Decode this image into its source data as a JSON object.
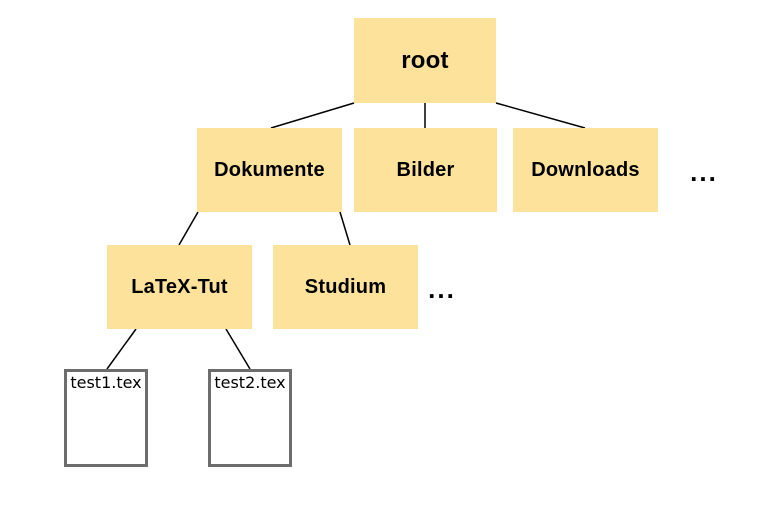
{
  "nodes": {
    "root": {
      "label": "root"
    },
    "dokumente": {
      "label": "Dokumente"
    },
    "bilder": {
      "label": "Bilder"
    },
    "downloads": {
      "label": "Downloads"
    },
    "more_level2": {
      "label": "..."
    },
    "latex_tut": {
      "label": "LaTeX-Tut"
    },
    "studium": {
      "label": "Studium"
    },
    "more_level3": {
      "label": "..."
    },
    "test1": {
      "label": "test1.tex"
    },
    "test2": {
      "label": "test2.tex"
    }
  },
  "colors": {
    "folder_fill": "#FCE29A",
    "file_fill": "#FFFFFF",
    "file_border": "#6D6D6D",
    "connector": "#000000",
    "label": "#000000",
    "background": "#FFFFFF"
  }
}
